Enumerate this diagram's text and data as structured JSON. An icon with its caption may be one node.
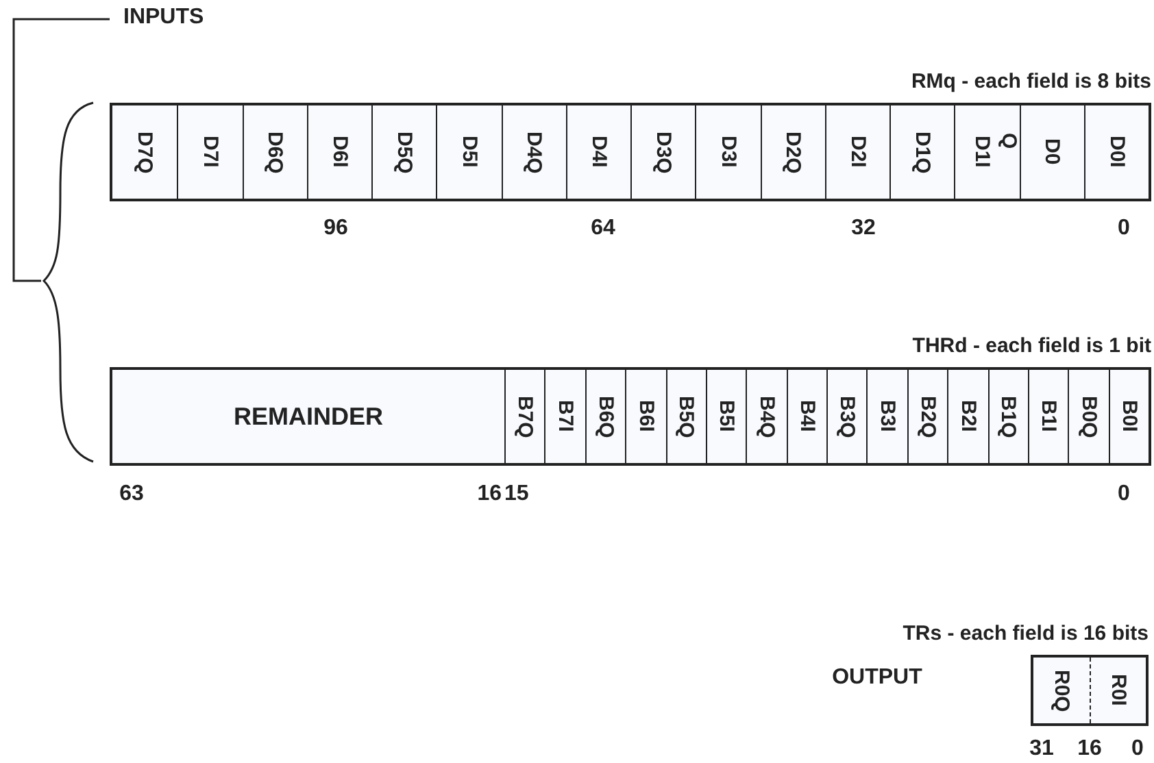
{
  "diagram": {
    "nodes": [
      {
        "text": [
          "RMq - each field is 8 bits"
        ]
      },
      {
        "text": [
          "D7Q"
        ],
        "in": 0
      },
      {
        "text": [
          "D7I"
        ],
        "in": 0
      },
      {
        "text": [
          "D6Q"
        ],
        "in": 0
      },
      {
        "text": [
          "D6I"
        ],
        "in": 0
      },
      {
        "text": [
          "D5Q"
        ],
        "in": 0
      },
      {
        "text": [
          "D5I"
        ],
        "in": 0
      },
      {
        "text": [
          "D4Q"
        ],
        "in": 0
      },
      {
        "text": [
          "D4I"
        ],
        "in": 0
      },
      {
        "text": [
          "D3Q"
        ],
        "in": 0
      },
      {
        "text": [
          "D3I"
        ],
        "in": 0
      },
      {
        "text": [
          "D2Q"
        ],
        "in": 0
      },
      {
        "text": [
          "D2I"
        ],
        "in": 0
      },
      {
        "text": [
          "D1Q"
        ],
        "in": 0
      },
      {
        "text": [
          "D1I",
          "Q"
        ],
        "in": 0
      },
      {
        "text": [
          "D0"
        ],
        "in": 0
      },
      {
        "text": [
          "D0I"
        ],
        "in": 0
      },
      {
        "text": [
          "THRd - each field is 1 bit"
        ]
      },
      {
        "text": [
          "REMAINDER"
        ],
        "in": 17
      },
      {
        "text": [
          "B7Q"
        ],
        "in": 17
      },
      {
        "text": [
          "B7I"
        ],
        "in": 17
      },
      {
        "text": [
          "B6Q"
        ],
        "in": 17
      },
      {
        "text": [
          "B6I"
        ],
        "in": 17
      },
      {
        "text": [
          "B5Q"
        ],
        "in": 17
      },
      {
        "text": [
          "B5I"
        ],
        "in": 17
      },
      {
        "text": [
          "B4Q"
        ],
        "in": 17
      },
      {
        "text": [
          "B4I"
        ],
        "in": 17
      },
      {
        "text": [
          "B3Q"
        ],
        "in": 17
      },
      {
        "text": [
          "B3I"
        ],
        "in": 17
      },
      {
        "text": [
          "B2Q"
        ],
        "in": 17
      },
      {
        "text": [
          "B2I"
        ],
        "in": 17
      },
      {
        "text": [
          "B1Q"
        ],
        "in": 17
      },
      {
        "text": [
          "B1I"
        ],
        "in": 17
      },
      {
        "text": [
          "B0Q"
        ],
        "in": 17
      },
      {
        "text": [
          "B0I"
        ],
        "in": 17
      },
      {
        "text": [
          "TRs - each field is 16 bits"
        ]
      },
      {
        "text": [
          "R0Q"
        ],
        "in": 35
      },
      {
        "text": [
          "R0I"
        ],
        "in": 35
      }
    ],
    "labels": [
      "INPUTS",
      "96",
      "64",
      "32",
      "0",
      "63",
      "16",
      "15",
      "0",
      "OUTPUT",
      "31",
      "16",
      "0"
    ]
  }
}
